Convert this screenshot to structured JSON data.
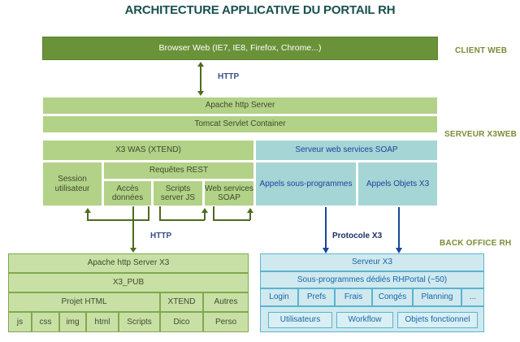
{
  "title": "ARCHITECTURE APPLICATIVE DU PORTAIL RH",
  "colors": {
    "title": "#18514c",
    "green_bar": "#6a9239",
    "light_green": "#b2d287",
    "light_green_outline": "#c8e0a5",
    "teal": "#a5d5d4",
    "pale_blue": "#cfe9ef",
    "side_label": "#7a8c36",
    "arrow_green": "#4e6b20",
    "arrow_blue": "#16469b"
  },
  "side_labels": {
    "client": "CLIENT WEB",
    "server": "SERVEUR  X3WEB",
    "backoffice": "BACK OFFICE RH"
  },
  "client": {
    "browser": "Browser Web (IE7, IE8, Firefox, Chrome...)"
  },
  "arrows": {
    "http_top": "HTTP",
    "http_bottom": "HTTP",
    "protocole_x3": "Protocole X3"
  },
  "server": {
    "apache": "Apache http Server",
    "tomcat": "Tomcat Servlet Container",
    "x3was": "X3 WAS (XTEND)",
    "soap_server": "Serveur web services SOAP",
    "session": "Session utilisateur",
    "requetes_rest": "Requêtes REST",
    "rest_items": [
      "Accès données",
      "Scripts server JS",
      "Web services SOAP"
    ],
    "appels": [
      "Appels sous-programmes",
      "Appels Objets X3"
    ]
  },
  "pub": {
    "apache_x3": "Apache http Server X3",
    "x3_pub": "X3_PUB",
    "mid_row": [
      "Projet HTML",
      "XTEND",
      "Autres"
    ],
    "bottom_row": [
      "js",
      "css",
      "img",
      "html",
      "Scripts",
      "Dico",
      "Perso"
    ]
  },
  "backoffice": {
    "serveur_x3": "Serveur X3",
    "sous_programmes": "Sous-programmes dédiés RHPortal (~50)",
    "modules": [
      "Login",
      "Prefs",
      "Frais",
      "Congés",
      "Planning",
      "..."
    ],
    "objects": [
      "Utilisateurs",
      "Workflow",
      "Objets fonctionnel"
    ]
  }
}
